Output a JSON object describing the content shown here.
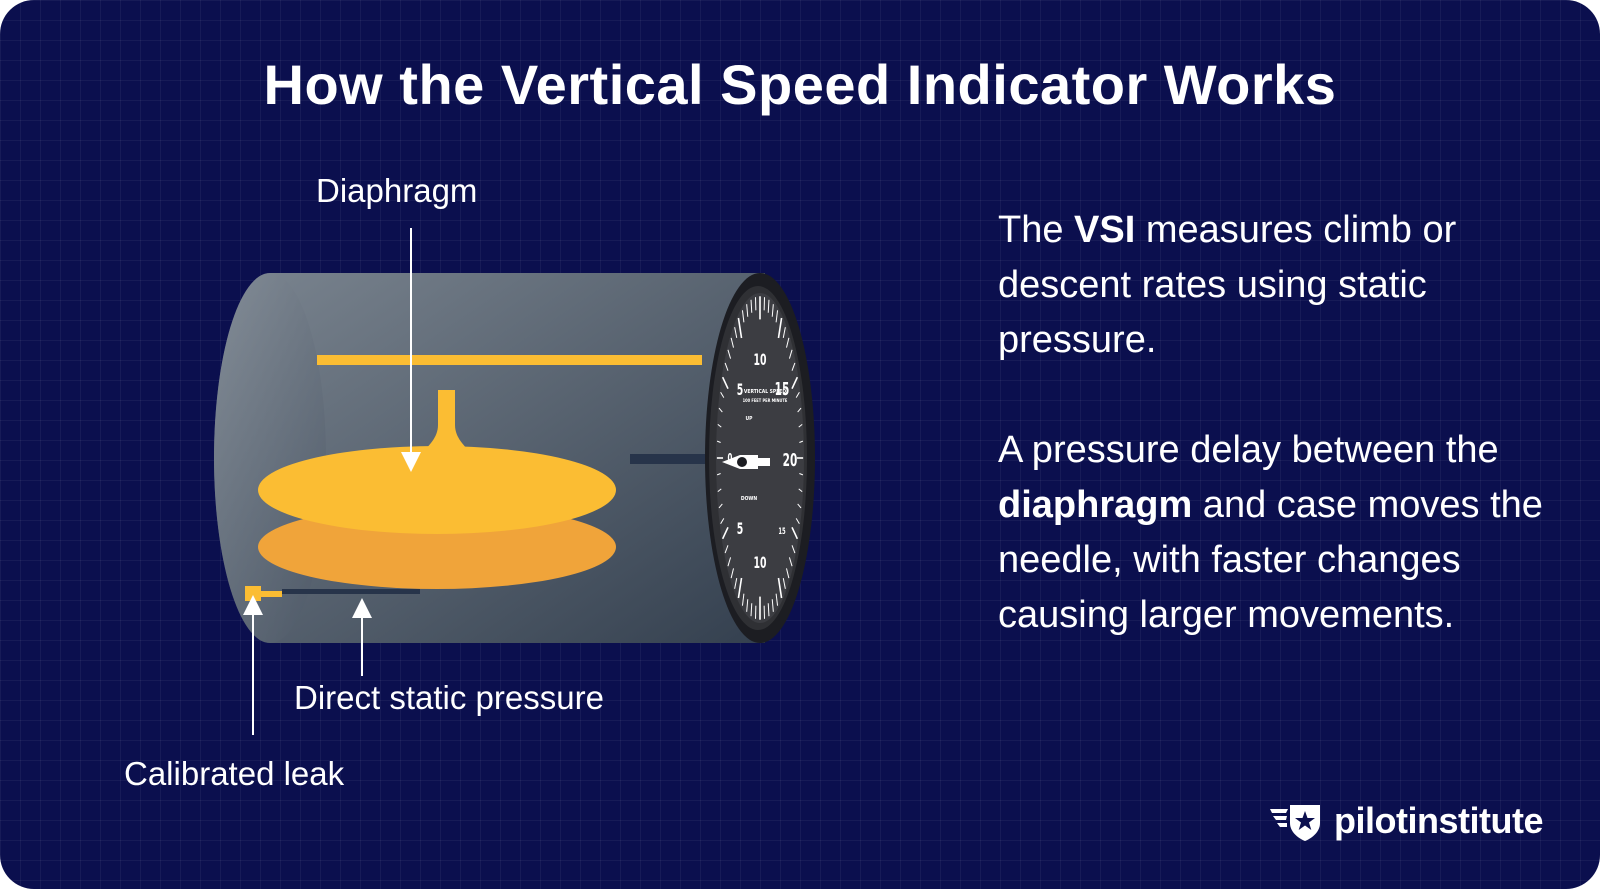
{
  "title": "How the Vertical Speed Indicator Works",
  "labels": {
    "diaphragm": "Diaphragm",
    "direct_static": "Direct static pressure",
    "calibrated_leak": "Calibrated leak"
  },
  "paragraph1": {
    "before": "The ",
    "bold": "VSI",
    "after": " measures climb or descent rates using static pressure."
  },
  "paragraph2": {
    "before": "A pressure delay between the ",
    "bold": "diaphragm",
    "after": " and case moves the needle, with faster changes causing larger movements."
  },
  "gauge": {
    "top_number": "10",
    "up_five": "5",
    "fifteen": "15",
    "twenty": "20",
    "zero": "0",
    "down_five": "5",
    "down_fifteen": "15",
    "bottom_number": "10",
    "caption_line1": "VERTICAL SPEED",
    "caption_line2": "100 FEET PER MINUTE",
    "up_label": "UP",
    "down_label": "DOWN"
  },
  "logo": {
    "text": "pilotinstitute",
    "icon": "star-shield-wings-icon"
  },
  "colors": {
    "background": "#0b0f4e",
    "diaphragm_top": "#fbbd33",
    "diaphragm_bottom": "#f0a43a",
    "case_light": "#7b8590",
    "case_dark": "#34404f"
  }
}
